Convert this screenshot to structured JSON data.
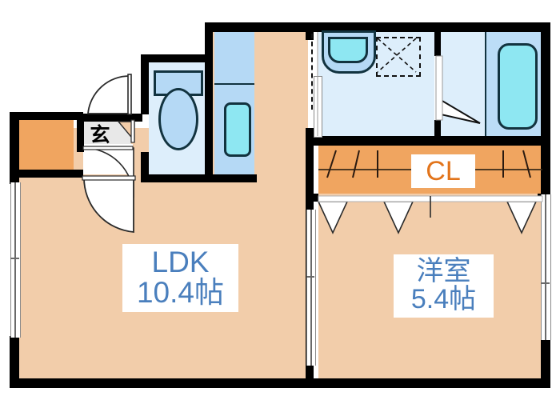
{
  "plan": {
    "title": "間取り図",
    "rooms": [
      {
        "key": "ldk",
        "name_line1": "LDK",
        "name_line2": "10.4帖",
        "area_jo": 10.4
      },
      {
        "key": "washitsu",
        "name_line1": "洋室",
        "name_line2": "5.4帖",
        "area_jo": 5.4
      },
      {
        "key": "closet",
        "name_line1": "CL",
        "name_line2": "",
        "area_jo": null
      },
      {
        "key": "genkan",
        "name_line1": "玄",
        "name_line2": "",
        "area_jo": null
      }
    ],
    "fixtures": [
      {
        "name": "toilet",
        "label": ""
      },
      {
        "name": "kitchen-sink",
        "label": ""
      },
      {
        "name": "washbasin",
        "label": ""
      },
      {
        "name": "washer-space",
        "label": ""
      },
      {
        "name": "bathtub",
        "label": ""
      },
      {
        "name": "shoe-cabinet",
        "label": ""
      }
    ],
    "colors": {
      "wall": "#000000",
      "room_floor": "#f2cdaa",
      "wet_floor": "#ddeefb",
      "kitchen_floor": "#b5d9f5",
      "bath_floor": "#bcddf7",
      "closet_fill": "#f0a560",
      "label_text": "#4a7fbd",
      "cl_text": "#e2741b",
      "fixture_accent": "#8ee7f2",
      "fixture_outline": "#12333f",
      "background": "#ffffff"
    },
    "labels": {
      "ldk_line1": "LDK",
      "ldk_line2": "10.4帖",
      "bedroom_line1": "洋室",
      "bedroom_line2": "5.4帖",
      "closet": "CL",
      "entrance": "玄"
    }
  }
}
